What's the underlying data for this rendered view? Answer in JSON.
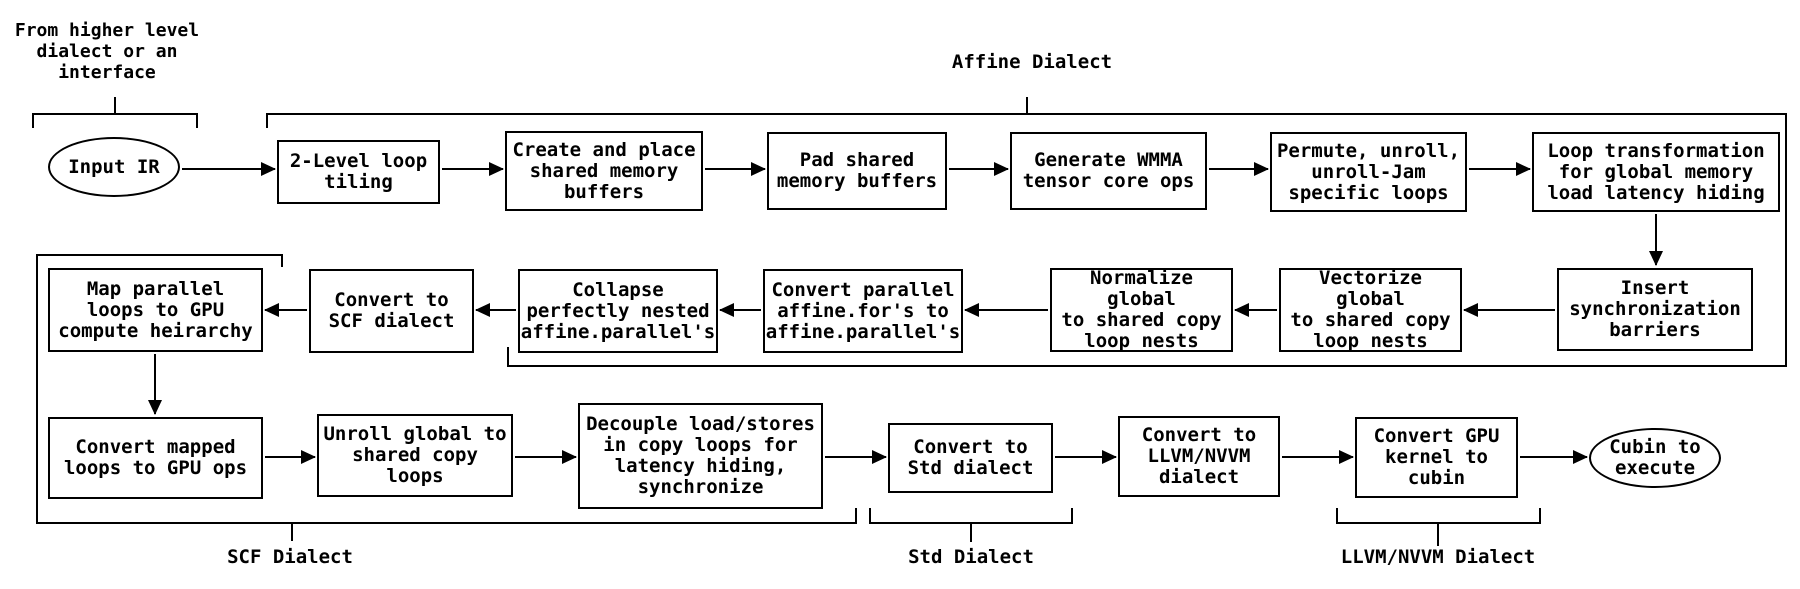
{
  "diagram": {
    "title_hint": "MLIR GPU compilation pipeline flowchart",
    "colors": {
      "line": "#000000",
      "background": "#ffffff",
      "box_fill": "#ffffff",
      "text": "#000000"
    },
    "annotations": {
      "source_note": "From higher level\ndialect or an\ninterface"
    },
    "regions": {
      "affine": "Affine Dialect",
      "scf": "SCF Dialect",
      "std": "Std Dialect",
      "llvm": "LLVM/NVVM Dialect"
    },
    "nodes": {
      "input_ir": {
        "shape": "ellipse",
        "label": "Input IR"
      },
      "tiling": {
        "shape": "box",
        "label": "2-Level loop\ntiling"
      },
      "create_buffers": {
        "shape": "box",
        "label": "Create and place\nshared memory\nbuffers"
      },
      "pad_buffers": {
        "shape": "box",
        "label": "Pad shared\nmemory buffers"
      },
      "wmma": {
        "shape": "box",
        "label": "Generate WMMA\ntensor core ops"
      },
      "permute": {
        "shape": "box",
        "label": "Permute, unroll,\nunroll-Jam\nspecific loops"
      },
      "loop_transform": {
        "shape": "box",
        "label": "Loop transformation\nfor global memory\nload latency hiding"
      },
      "insert_barriers": {
        "shape": "box",
        "label": "Insert\nsynchronization\nbarriers"
      },
      "vectorize": {
        "shape": "box",
        "label": "Vectorize global\nto shared copy\nloop nests"
      },
      "normalize": {
        "shape": "box",
        "label": "Normalize global\nto shared copy\nloop nests"
      },
      "convert_parallel": {
        "shape": "box",
        "label": "Convert parallel\naffine.for's to\naffine.parallel's"
      },
      "collapse": {
        "shape": "box",
        "label": "Collapse\nperfectly nested\naffine.parallel's"
      },
      "convert_scf": {
        "shape": "box",
        "label": "Convert to\nSCF dialect"
      },
      "map_parallel": {
        "shape": "box",
        "label": "Map parallel\nloops to GPU\ncompute heirarchy"
      },
      "convert_mapped": {
        "shape": "box",
        "label": "Convert mapped\nloops to GPU ops"
      },
      "unroll_copy": {
        "shape": "box",
        "label": "Unroll global to\nshared copy\nloops"
      },
      "decouple": {
        "shape": "box",
        "label": "Decouple load/stores\nin copy loops for\nlatency hiding,\nsynchronize"
      },
      "convert_std": {
        "shape": "box",
        "label": "Convert to\nStd dialect"
      },
      "convert_llvm": {
        "shape": "box",
        "label": "Convert to\nLLVM/NVVM\ndialect"
      },
      "convert_cubin": {
        "shape": "box",
        "label": "Convert GPU\nkernel to\ncubin"
      },
      "cubin_execute": {
        "shape": "ellipse",
        "label": "Cubin to\nexecute"
      }
    },
    "edges": [
      {
        "from": "input_ir",
        "to": "tiling"
      },
      {
        "from": "tiling",
        "to": "create_buffers"
      },
      {
        "from": "create_buffers",
        "to": "pad_buffers"
      },
      {
        "from": "pad_buffers",
        "to": "wmma"
      },
      {
        "from": "wmma",
        "to": "permute"
      },
      {
        "from": "permute",
        "to": "loop_transform"
      },
      {
        "from": "loop_transform",
        "to": "insert_barriers"
      },
      {
        "from": "insert_barriers",
        "to": "vectorize"
      },
      {
        "from": "vectorize",
        "to": "normalize"
      },
      {
        "from": "normalize",
        "to": "convert_parallel"
      },
      {
        "from": "convert_parallel",
        "to": "collapse"
      },
      {
        "from": "collapse",
        "to": "convert_scf"
      },
      {
        "from": "convert_scf",
        "to": "map_parallel"
      },
      {
        "from": "map_parallel",
        "to": "convert_mapped"
      },
      {
        "from": "convert_mapped",
        "to": "unroll_copy"
      },
      {
        "from": "unroll_copy",
        "to": "decouple"
      },
      {
        "from": "decouple",
        "to": "convert_std"
      },
      {
        "from": "convert_std",
        "to": "convert_llvm"
      },
      {
        "from": "convert_llvm",
        "to": "convert_cubin"
      },
      {
        "from": "convert_cubin",
        "to": "cubin_execute"
      }
    ]
  }
}
